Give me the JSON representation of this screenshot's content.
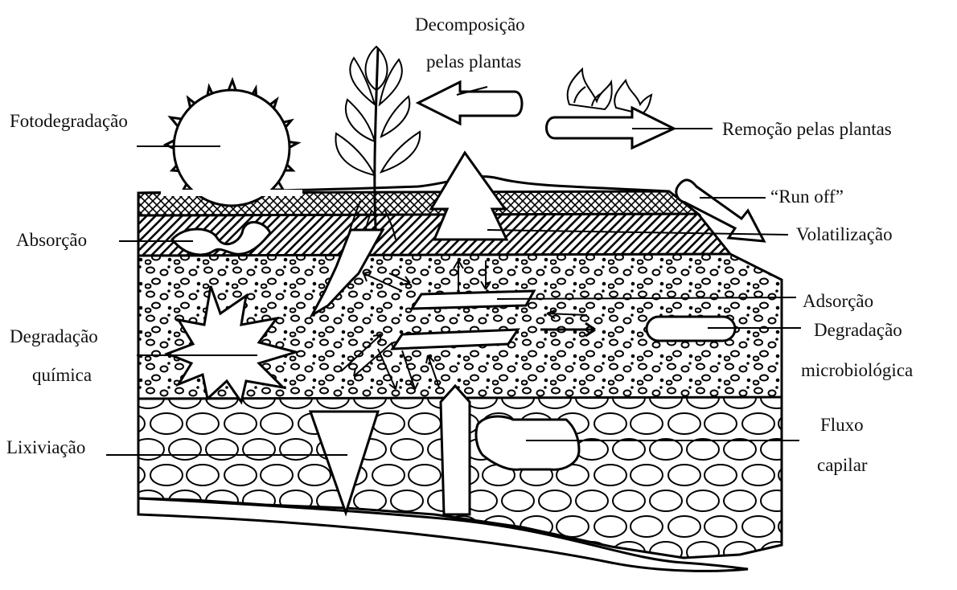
{
  "labels": {
    "decomposicao": "Decomposição",
    "pelas_plantas": "pelas plantas",
    "fotodegradacao": "Fotodegradação",
    "remocao": "Remoção pelas plantas",
    "run_off": "“Run off”",
    "absorcao": "Absorção",
    "volatilizacao": "Volatilização",
    "adsorcao": "Adsorção",
    "degradacao_left": "Degradação",
    "quimica": "química",
    "degradacao_right": "Degradação",
    "microbiologica": "microbiológica",
    "lixiviacao": "Lixiviação",
    "fluxo": "Fluxo",
    "capilar": "capilar"
  },
  "colors": {
    "ink": "#000000",
    "paper": "#ffffff"
  }
}
